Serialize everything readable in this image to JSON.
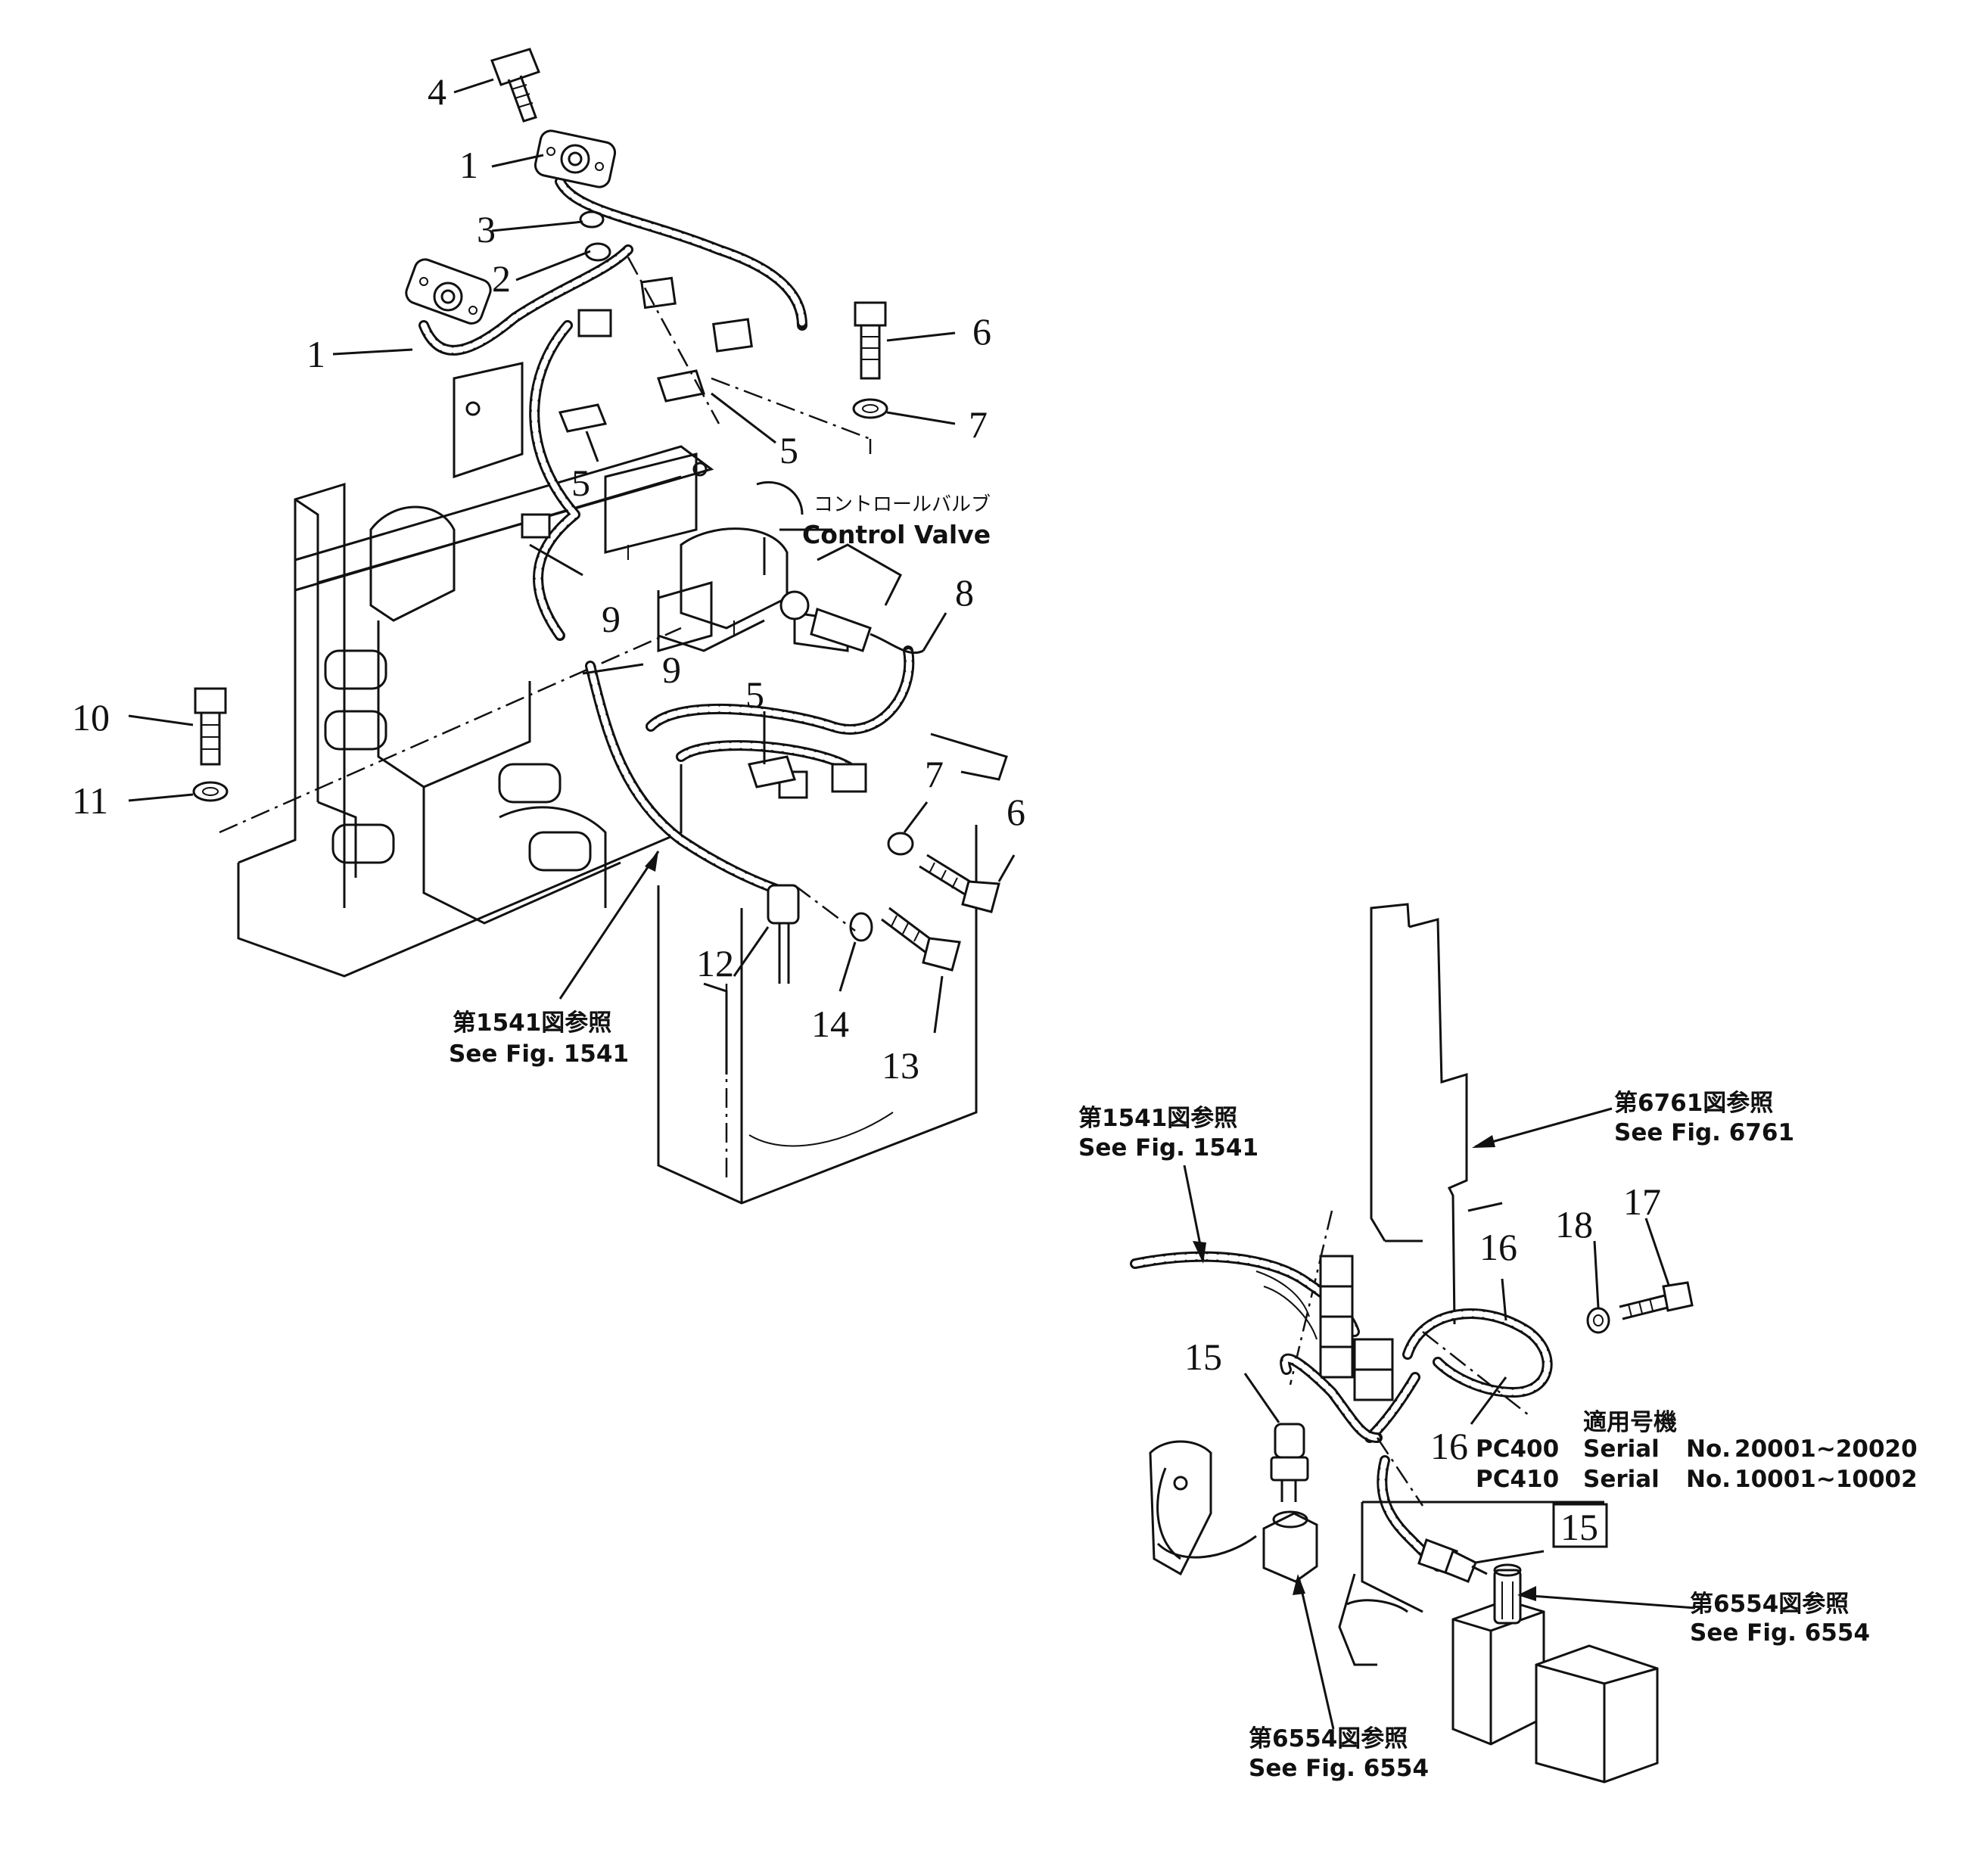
{
  "callouts": {
    "c1a": "1",
    "c1b": "1",
    "c2": "2",
    "c3": "3",
    "c4": "4",
    "c5a": "5",
    "c5b": "5",
    "c5c": "5",
    "c6a": "6",
    "c6b": "6",
    "c7a": "7",
    "c7b": "7",
    "c8": "8",
    "c9a": "9",
    "c9b": "9",
    "c10": "10",
    "c11": "11",
    "c12": "12",
    "c13": "13",
    "c14": "14",
    "c15a": "15",
    "c15b": "15",
    "c16a": "16",
    "c16b": "16",
    "c17": "17",
    "c18": "18"
  },
  "labels": {
    "control_valve_jp": "コントロールバルブ",
    "control_valve_en": "Control Valve",
    "ref1541_top_jp": "第1541図参照",
    "ref1541_top_en": "See Fig. 1541",
    "ref1541_bot_jp": "第1541図参照",
    "ref1541_bot_en": "See Fig. 1541",
    "ref6761_jp": "第6761図参照",
    "ref6761_en": "See Fig. 6761",
    "ref6554_right_jp": "第6554図参照",
    "ref6554_right_en": "See Fig. 6554",
    "ref6554_bottom_jp": "第6554図参照",
    "ref6554_bottom_en": "See Fig. 6554"
  },
  "applicability": {
    "heading": "適用号機",
    "rows": [
      {
        "model": "PC400",
        "serial_label": "Serial",
        "no_label": "No.",
        "range": "20001~20020"
      },
      {
        "model": "PC410",
        "serial_label": "Serial",
        "no_label": "No.",
        "range": "10001~10002"
      }
    ]
  }
}
